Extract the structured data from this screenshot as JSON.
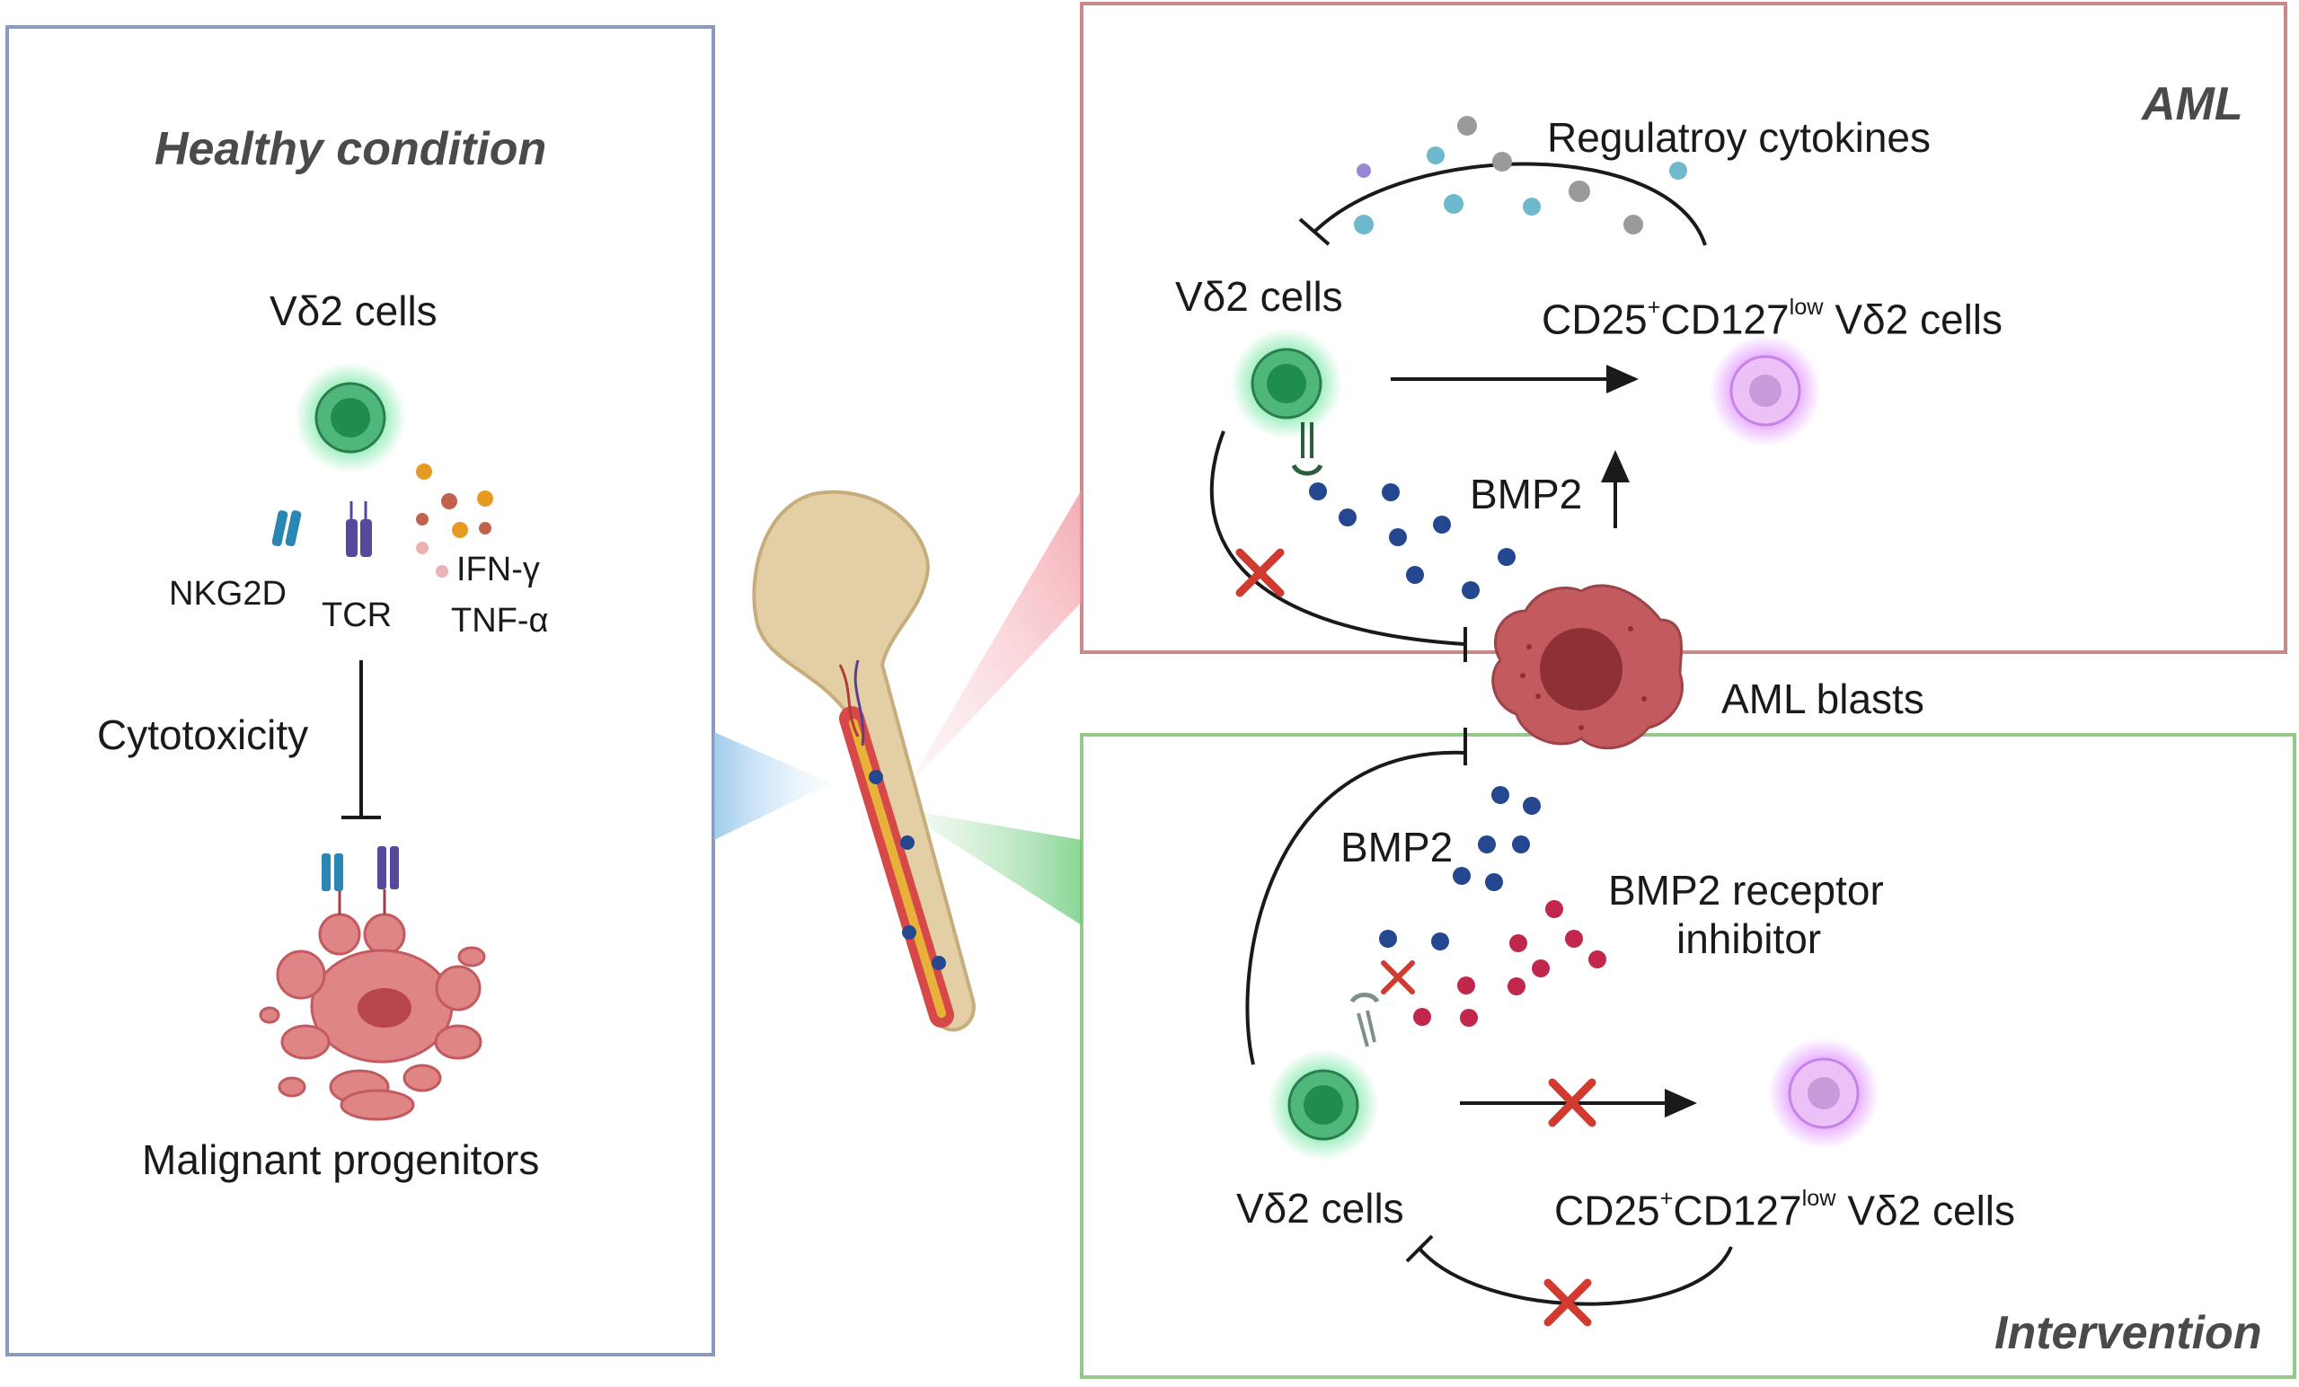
{
  "healthy": {
    "title": "Healthy condition",
    "cell_label": "Vδ2 cells",
    "nkg2d": "NKG2D",
    "tcr": "TCR",
    "ifn": "IFN-γ",
    "tnf": "TNF-α",
    "cytotoxicity": "Cytotoxicity",
    "progenitors": "Malignant progenitors"
  },
  "aml": {
    "title": "AML",
    "cytokines": "Regulatroy cytokines",
    "cell_label": "Vδ2 cells",
    "treg_cd25": "CD25",
    "treg_plus": "+",
    "treg_cd127": "CD127",
    "treg_low": "low",
    "treg_rest": " Vδ2 cells",
    "bmp2": "BMP2"
  },
  "blasts_label": "AML blasts",
  "intervention": {
    "title": "Intervention",
    "bmp2": "BMP2",
    "inhibitor_line1": "BMP2 receptor",
    "inhibitor_line2": "inhibitor",
    "cell_label": "Vδ2 cells",
    "treg_cd25": "CD25",
    "treg_plus": "+",
    "treg_cd127": "CD127",
    "treg_low": "low",
    "treg_rest": " Vδ2 cells"
  },
  "colors": {
    "healthy_border": "#8a9bbd",
    "aml_border": "#c98a8a",
    "intervention_border": "#95c98a",
    "vd2_cell": "#2e9e62",
    "treg_cell": "#c583e8",
    "blast": "#c25a5f",
    "bmp2_dot": "#24478f",
    "inhibitor_dot": "#c0274a",
    "block_x": "#d13a2f"
  }
}
